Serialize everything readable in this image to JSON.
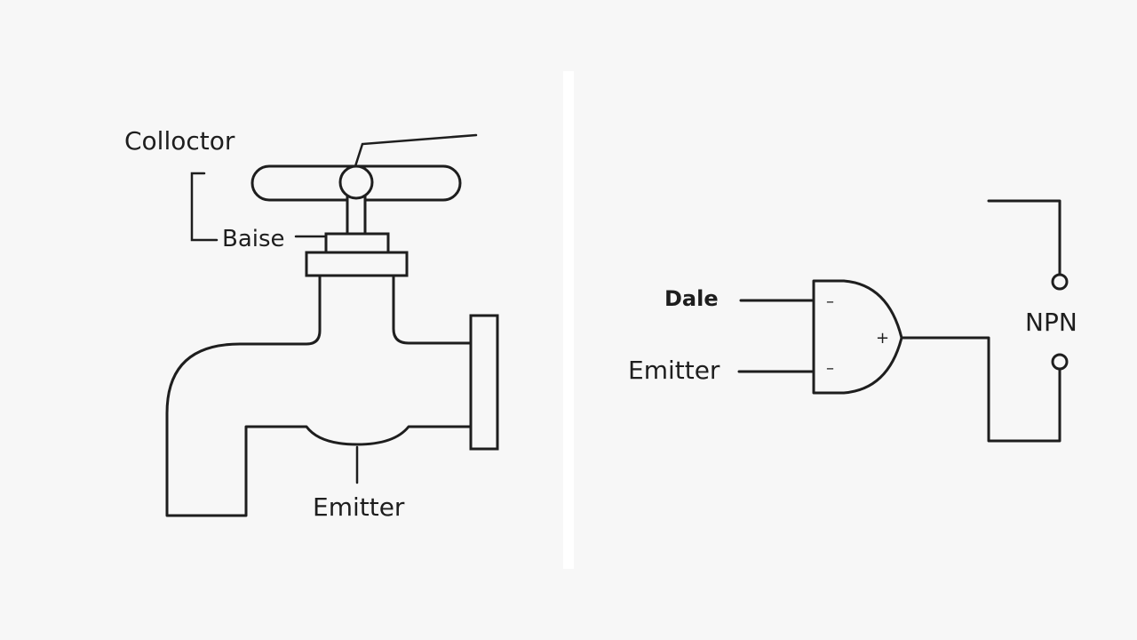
{
  "left_diagram": {
    "collector_label": "Colloctor",
    "base_label": "Baise",
    "emitter_label": "Emitter"
  },
  "right_diagram": {
    "base_label": "Dale",
    "emitter_label": "Emitter",
    "type_label": "NPN",
    "minus_top": "–",
    "plus": "+",
    "minus_bottom": "–"
  },
  "colors": {
    "background": "#f7f7f7",
    "line": "#1e1e1e",
    "divider": "#ffffff"
  }
}
